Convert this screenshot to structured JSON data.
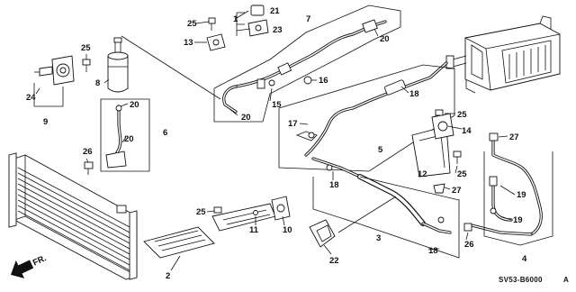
{
  "diagram": {
    "code": "SV53-B6000",
    "code_suffix": "A",
    "direction_label": "FR.",
    "callouts": {
      "c1": "1",
      "c2": "2",
      "c3": "3",
      "c4": "4",
      "c5": "5",
      "c6": "6",
      "c7": "7",
      "c8": "8",
      "c9": "9",
      "c10": "10",
      "c11": "11",
      "c12": "12",
      "c13": "13",
      "c14": "14",
      "c15": "15",
      "c16": "16",
      "c17": "17",
      "c18a": "18",
      "c18b": "18",
      "c18c": "18",
      "c19a": "19",
      "c19b": "19",
      "c20a": "20",
      "c20b": "20",
      "c20c": "20",
      "c20d": "20",
      "c21": "21",
      "c22": "22",
      "c23": "23",
      "c24": "24",
      "c25a": "25",
      "c25b": "25",
      "c25c": "25",
      "c25d": "25",
      "c25e": "25",
      "c26a": "26",
      "c26b": "26",
      "c27a": "27",
      "c27b": "27"
    }
  }
}
